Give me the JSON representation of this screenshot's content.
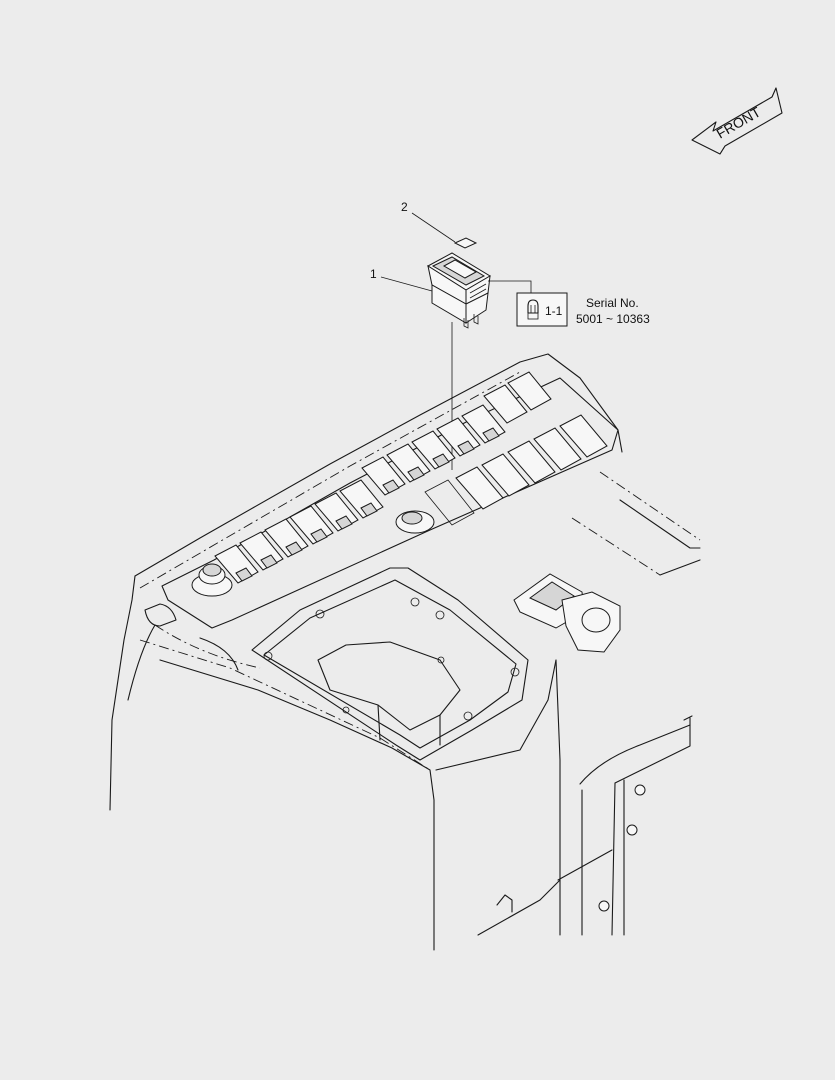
{
  "front_arrow": {
    "label": "FRONT"
  },
  "callouts": [
    {
      "number": "2"
    },
    {
      "number": "1"
    },
    {
      "number": "1-1"
    }
  ],
  "serial": {
    "line1": "Serial No.",
    "line2": "5001 ~ 10363"
  }
}
